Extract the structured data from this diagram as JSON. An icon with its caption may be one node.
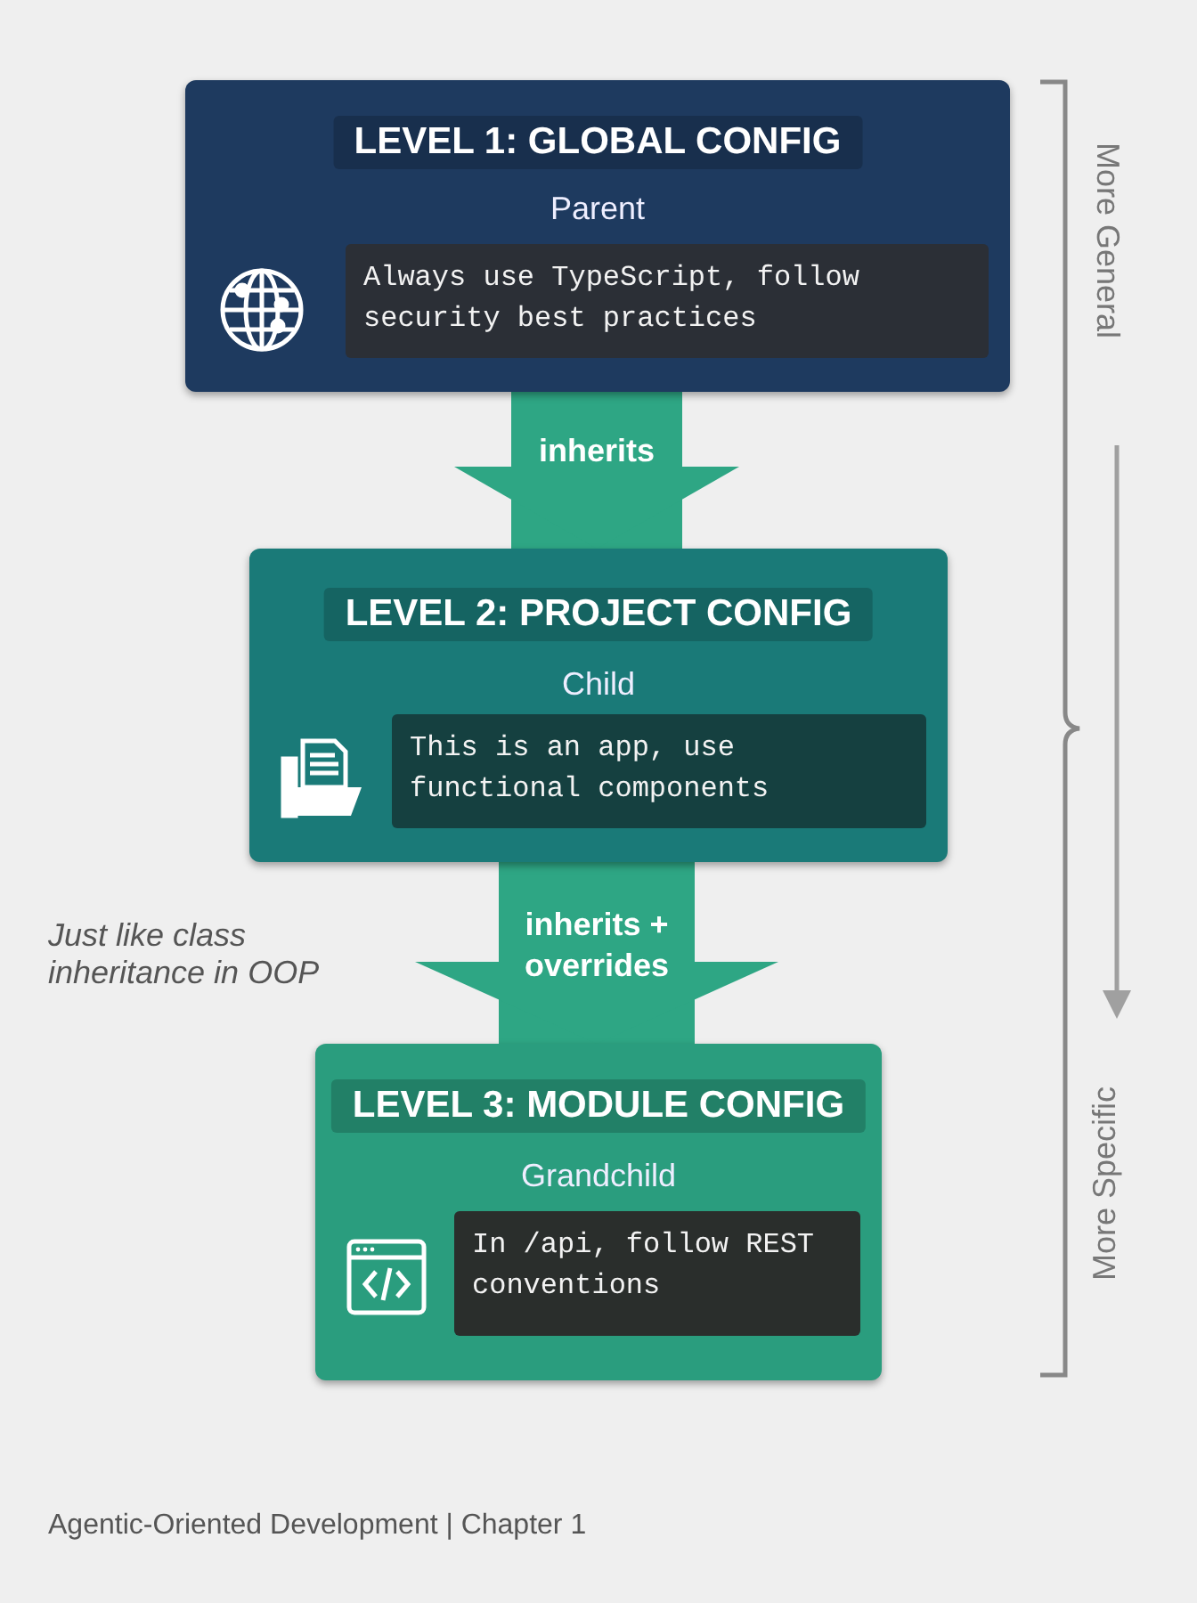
{
  "diagram": {
    "caption": "Agentic-Oriented Development | Chapter 1",
    "nodes": [
      {
        "text": [
          "LEVEL 1: GLOBAL CONFIG",
          "Parent",
          "Always use TypeScript, follow security best practices"
        ]
      },
      {
        "text": [
          "LEVEL 2: PROJECT CONFIG",
          "Child",
          "This is an app, use functional components"
        ]
      },
      {
        "text": [
          "LEVEL 3: MODULE CONFIG",
          "Grandchild",
          "In /api, follow REST conventions"
        ]
      }
    ],
    "edges": [
      {
        "from": 0,
        "to": 1,
        "arrow": "to",
        "label": "inherits"
      },
      {
        "from": 1,
        "to": 2,
        "arrow": "to",
        "label": "inherits + overrides"
      }
    ],
    "labels": [
      "Just like class inheritance in OOP",
      "More General",
      "More Specific"
    ]
  }
}
